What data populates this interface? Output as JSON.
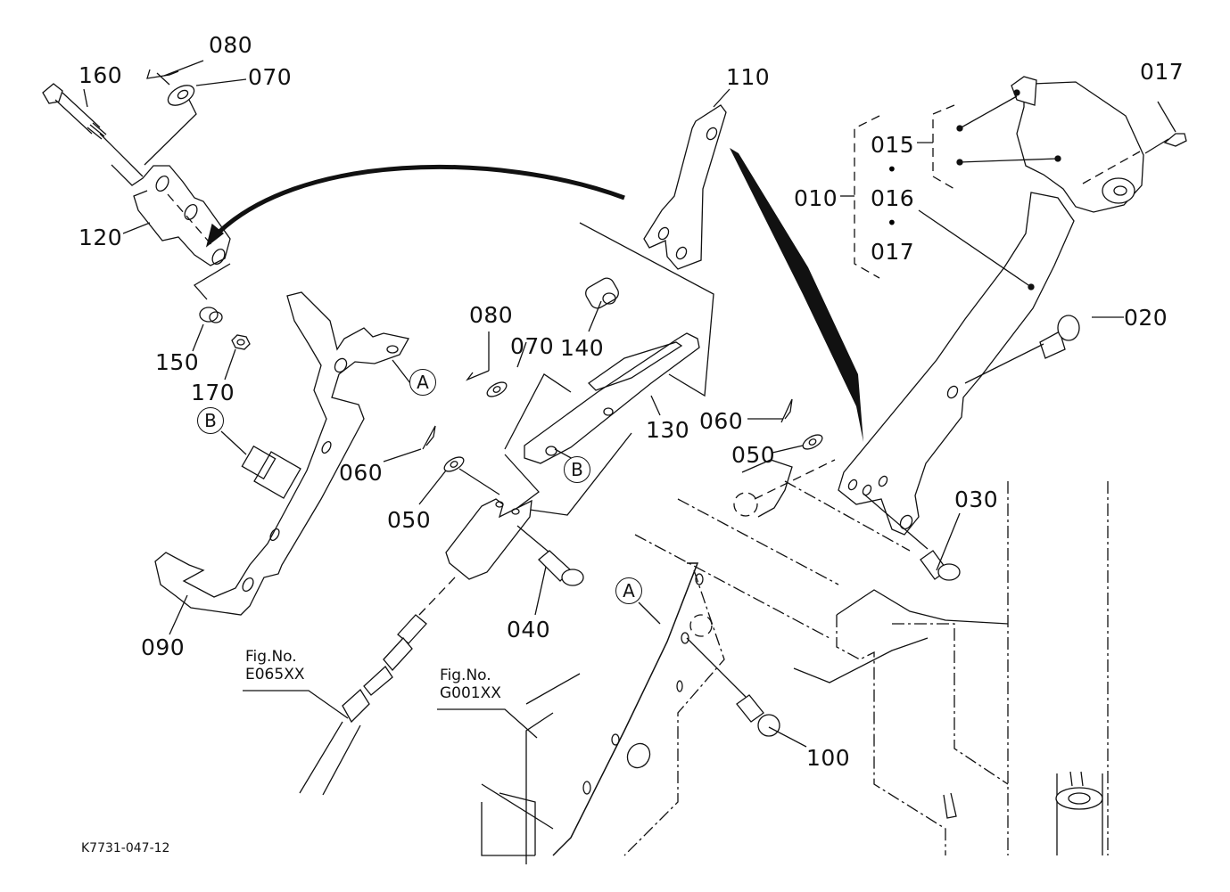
{
  "diagram": {
    "drawing_code": "K7731-047-12",
    "callouts": [
      {
        "id": "c080a",
        "text": "080"
      },
      {
        "id": "c160",
        "text": "160"
      },
      {
        "id": "c070a",
        "text": "070"
      },
      {
        "id": "c120",
        "text": "120"
      },
      {
        "id": "c150",
        "text": "150"
      },
      {
        "id": "c170",
        "text": "170"
      },
      {
        "id": "c090",
        "text": "090"
      },
      {
        "id": "c110",
        "text": "110"
      },
      {
        "id": "c080b",
        "text": "080"
      },
      {
        "id": "c070b",
        "text": "070"
      },
      {
        "id": "c140",
        "text": "140"
      },
      {
        "id": "c130",
        "text": "130"
      },
      {
        "id": "c060a",
        "text": "060"
      },
      {
        "id": "c050a",
        "text": "050"
      },
      {
        "id": "c040",
        "text": "040"
      },
      {
        "id": "c017a",
        "text": "017"
      },
      {
        "id": "c015",
        "text": "015"
      },
      {
        "id": "c010",
        "text": "010"
      },
      {
        "id": "c016",
        "text": "016"
      },
      {
        "id": "c017b",
        "text": "017"
      },
      {
        "id": "c020",
        "text": "020"
      },
      {
        "id": "c060b",
        "text": "060"
      },
      {
        "id": "c050b",
        "text": "050"
      },
      {
        "id": "c030",
        "text": "030"
      },
      {
        "id": "c100",
        "text": "100"
      }
    ],
    "group_separator": "•",
    "reference_markers": [
      {
        "id": "A1",
        "text": "A"
      },
      {
        "id": "B1",
        "text": "B"
      },
      {
        "id": "B2",
        "text": "B"
      },
      {
        "id": "A2",
        "text": "A"
      }
    ],
    "figure_refs": [
      {
        "label": "Fig.No.",
        "number": "E065XX"
      },
      {
        "label": "Fig.No.",
        "number": "G001XX"
      }
    ]
  }
}
